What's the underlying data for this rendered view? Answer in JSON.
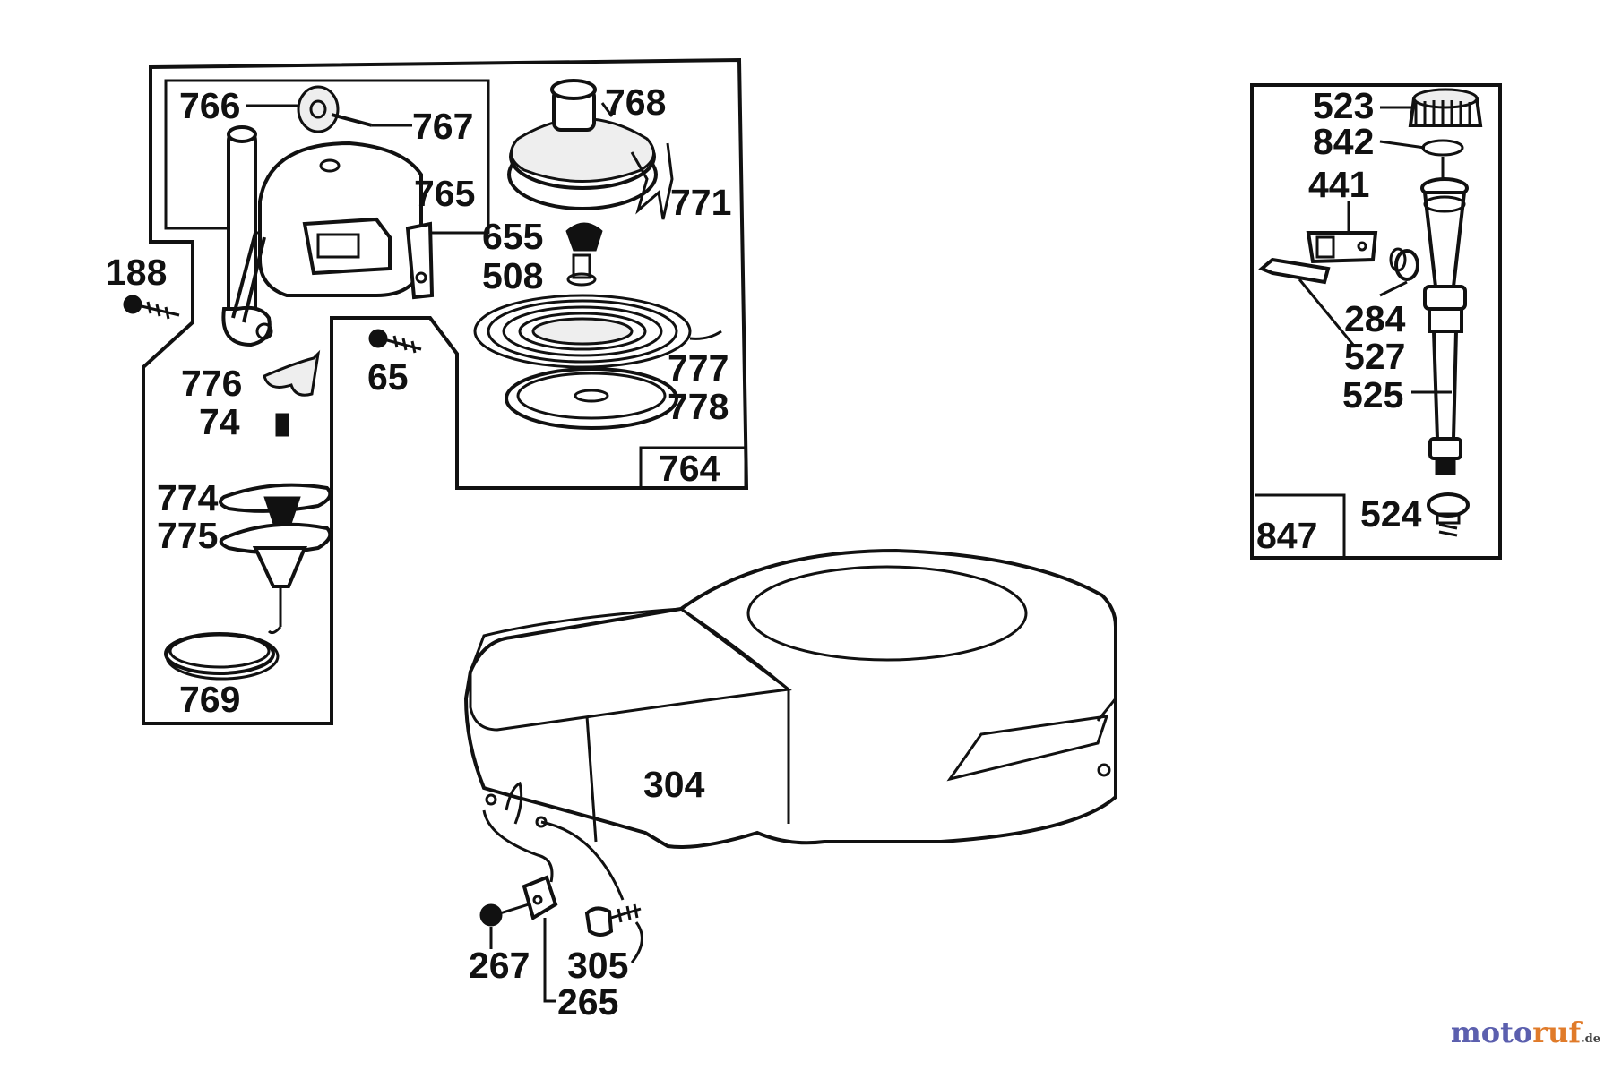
{
  "parts": {
    "p766": "766",
    "p767": "767",
    "p765": "765",
    "p768": "768",
    "p771": "771",
    "p655": "655",
    "p508": "508",
    "p188": "188",
    "p776": "776",
    "p74": "74",
    "p65": "65",
    "p777": "777",
    "p778": "778",
    "p764": "764",
    "p774": "774",
    "p775": "775",
    "p769": "769",
    "p523": "523",
    "p842": "842",
    "p441": "441",
    "p284": "284",
    "p527": "527",
    "p525": "525",
    "p524": "524",
    "p847": "847",
    "p304": "304",
    "p267": "267",
    "p305": "305",
    "p265": "265"
  },
  "watermark": {
    "part1": "moto",
    "part2": "ruf",
    "part3": ".de"
  },
  "colors": {
    "line": "#111111",
    "watermark_blue": "#5b5fae",
    "watermark_orange": "#e07b2a"
  }
}
